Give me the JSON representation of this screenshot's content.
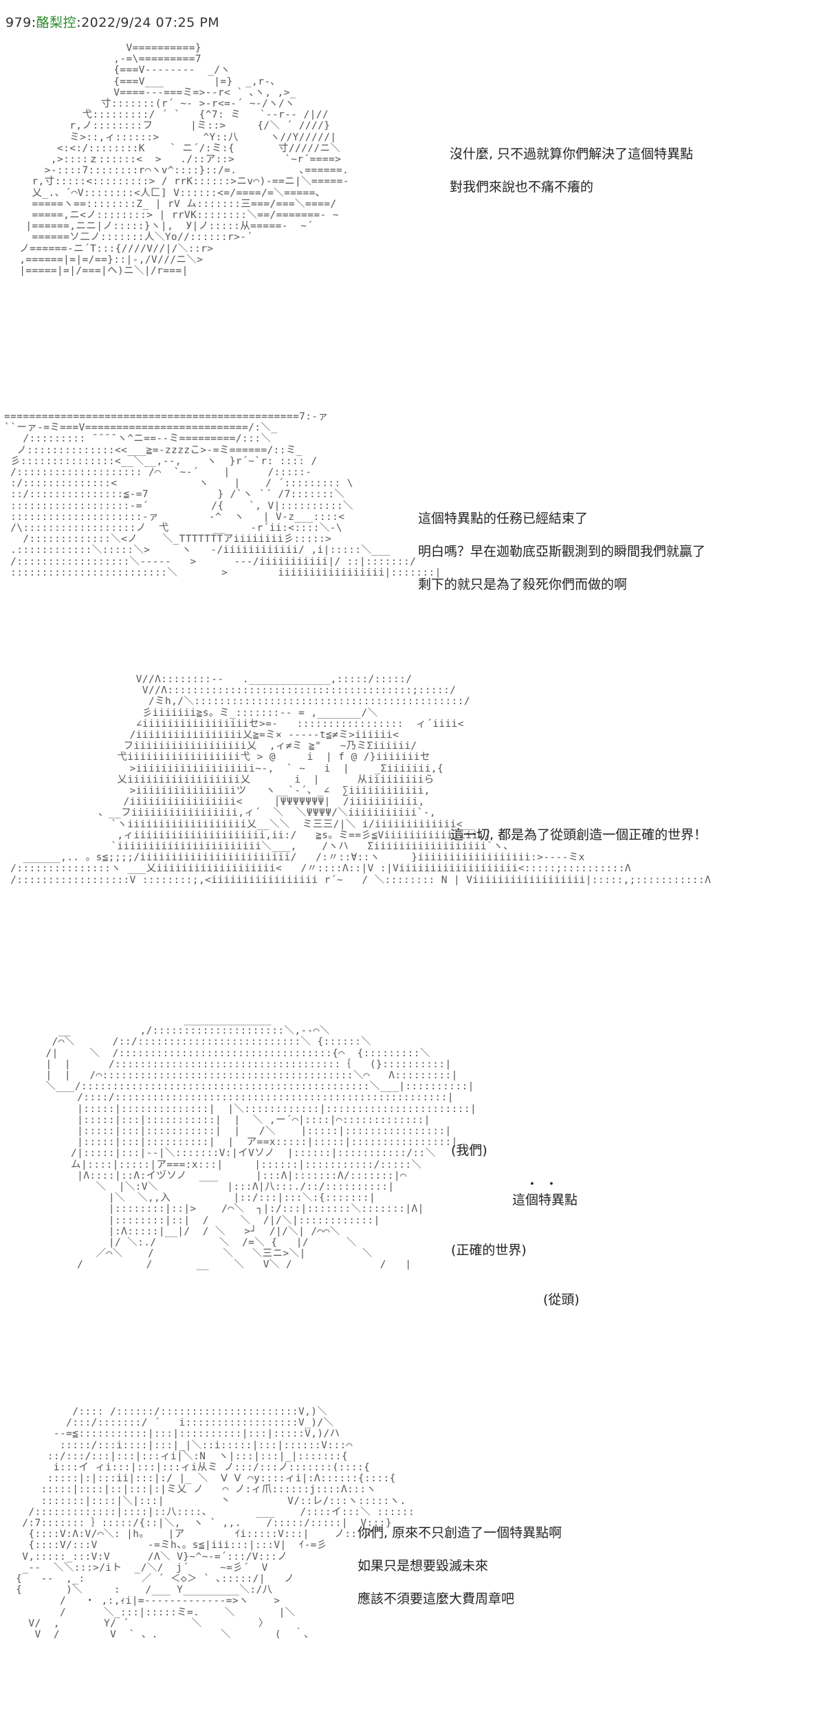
{
  "post": {
    "number": "979",
    "author": "酪梨控",
    "datetime": "2022/9/24 07:25 PM"
  },
  "panel1": {
    "lines": [
      "沒什麼, 只不過就算你們解決了這個特異點",
      "對我們來說也不痛不癢的"
    ]
  },
  "panel2": {
    "lines": [
      "這個特異點的任務已經結束了",
      "明白嗎？早在迦勒底亞斯觀測到的瞬間我們就贏了",
      "剩下的就只是為了殺死你們而做的啊"
    ]
  },
  "panel3": {
    "lines": [
      "這一切, 都是為了從頭創造一個正確的世界！"
    ]
  },
  "panel4": {
    "note_we": "(我們)",
    "note_singularity": "這個特異點",
    "note_correct_world": "(正確的世界)",
    "note_from_scratch": "(從頭)"
  },
  "panel5": {
    "lines": [
      "你們, 原來不只創造了一個特異點啊",
      "如果只是想要毀滅未來",
      "應該不須要這麼大費周章吧"
    ]
  }
}
